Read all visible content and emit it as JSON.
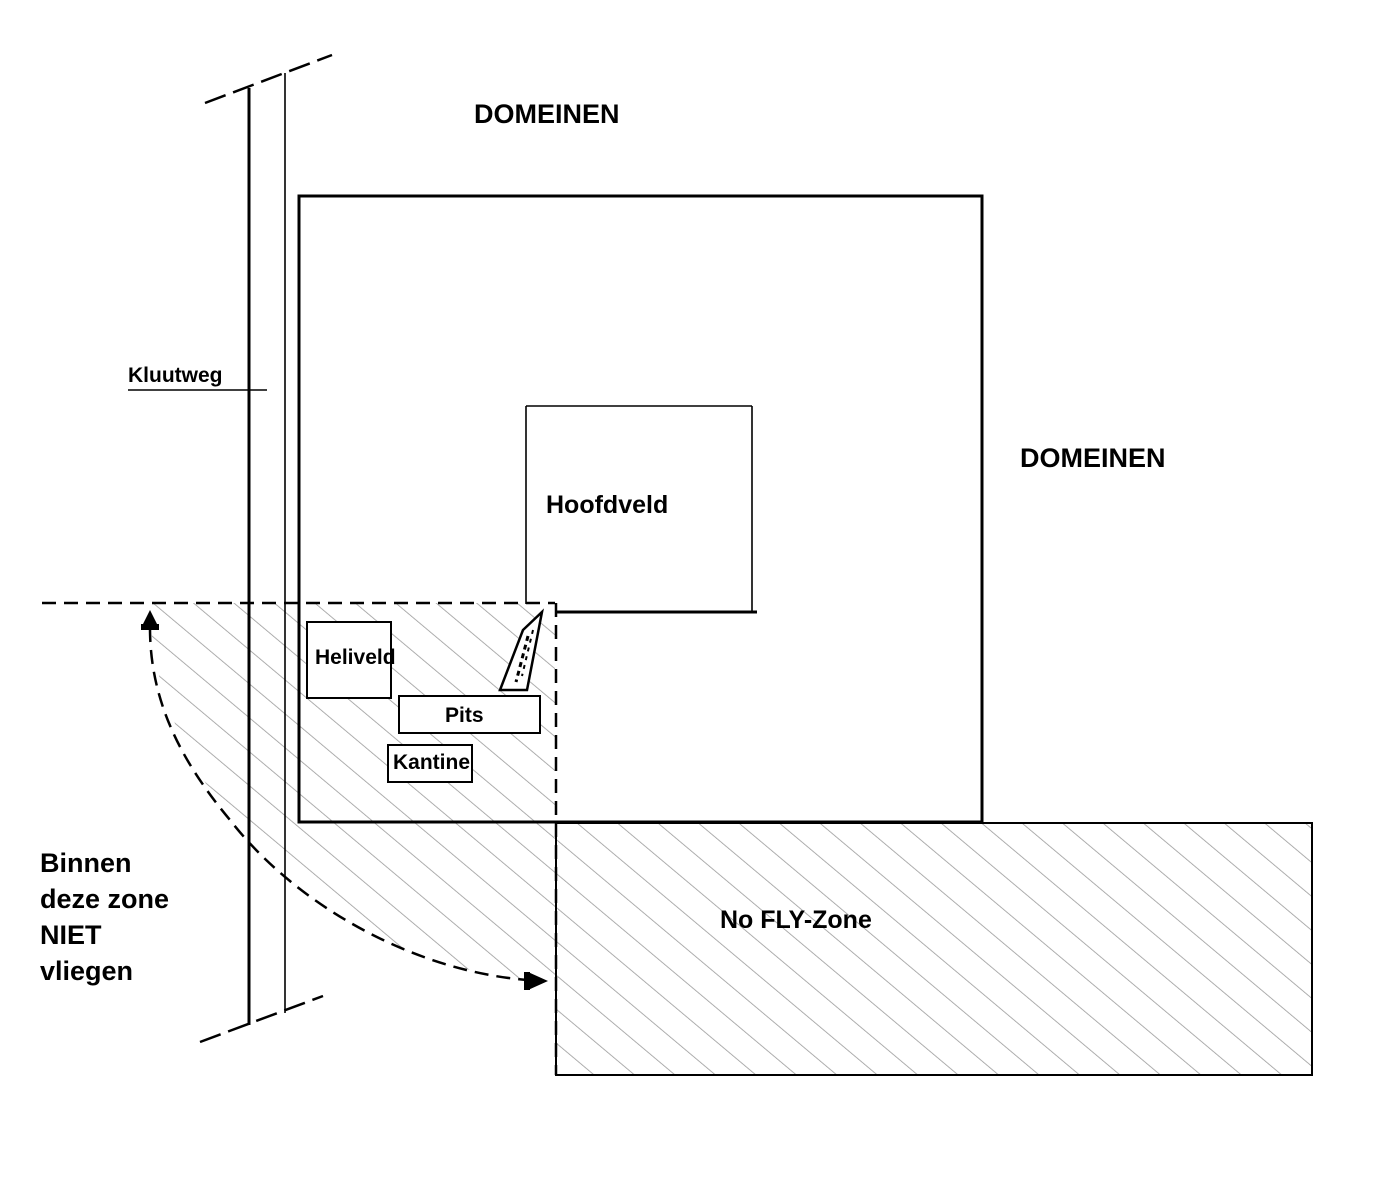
{
  "labels": {
    "domeinen_top": "DOMEINEN",
    "domeinen_right": "DOMEINEN",
    "kluutweg": "Kluutweg",
    "hoofdveld": "Hoofdveld",
    "heliveld": "Heliveld",
    "pits": "Pits",
    "kantine": "Kantine",
    "no_fly_zone": "No FLY-Zone",
    "zone_note": [
      "Binnen",
      "deze zone",
      "NIET",
      "vliegen"
    ]
  },
  "colors": {
    "line": "#000000",
    "hatch": "#9a9a9a",
    "background": "#ffffff"
  }
}
